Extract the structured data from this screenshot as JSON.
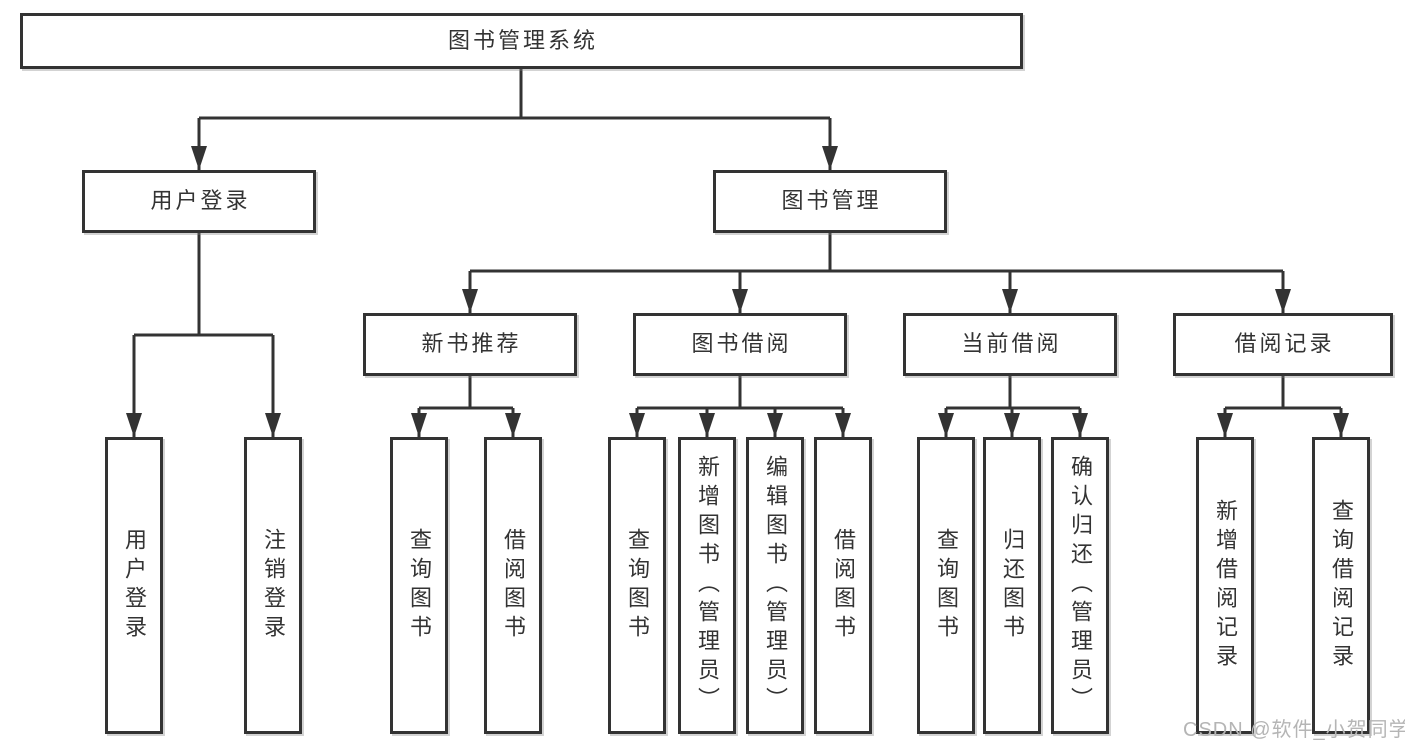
{
  "diagram_type": "functional-structure-tree",
  "tree": {
    "root": {
      "label": "图书管理系统"
    },
    "branches": [
      {
        "label": "用户登录",
        "children": [
          {
            "label": "用户登录"
          },
          {
            "label": "注销登录"
          }
        ]
      },
      {
        "label": "图书管理",
        "children": [
          {
            "label": "新书推荐",
            "children": [
              {
                "label": "查询图书"
              },
              {
                "label": "借阅图书"
              }
            ]
          },
          {
            "label": "图书借阅",
            "children": [
              {
                "label": "查询图书"
              },
              {
                "label": "新增图书（管理员）"
              },
              {
                "label": "编辑图书（管理员）"
              },
              {
                "label": "借阅图书"
              }
            ]
          },
          {
            "label": "当前借阅",
            "children": [
              {
                "label": "查询图书"
              },
              {
                "label": "归还图书"
              },
              {
                "label": "确认归还（管理员）"
              }
            ]
          },
          {
            "label": "借阅记录",
            "children": [
              {
                "label": "新增借阅记录"
              },
              {
                "label": "查询借阅记录"
              }
            ]
          }
        ]
      }
    ]
  },
  "watermark": {
    "text": "CSDN @软件_小贺同学"
  },
  "colors": {
    "line": "#333333",
    "text": "#333333",
    "background": "#ffffff",
    "watermark": "#b5b5b5"
  }
}
